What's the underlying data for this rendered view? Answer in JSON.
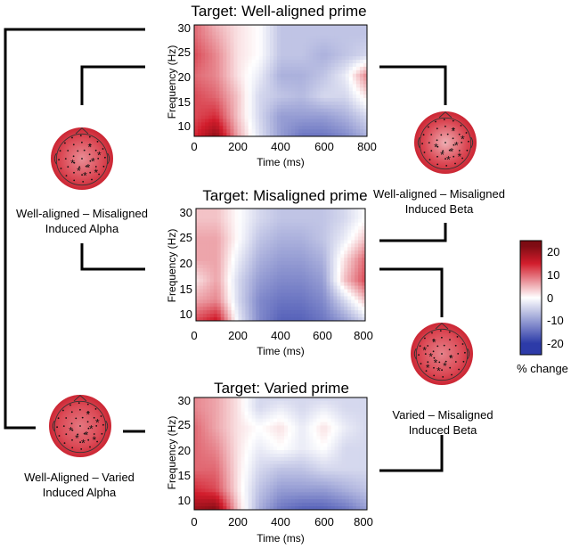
{
  "colors": {
    "negative_max": "#2d3ba8",
    "zero": "#ffffff",
    "positive_max": "#d21d2c",
    "peak": "#7a0b12",
    "connector": "#000000"
  },
  "chart_data": [
    {
      "type": "heatmap",
      "title": "Target: Well-aligned prime",
      "xlabel": "Time (ms)",
      "ylabel": "Frequency (Hz)",
      "xlim": [
        0,
        800
      ],
      "ylim": [
        8,
        30
      ],
      "x_ticks": [
        "0",
        "200",
        "400",
        "600",
        "800"
      ],
      "y_ticks": [
        "10",
        "15",
        "20",
        "25",
        "30"
      ],
      "x": [
        0,
        100,
        200,
        300,
        400,
        500,
        600,
        700,
        800
      ],
      "y": [
        8,
        12,
        16,
        20,
        24,
        28,
        30
      ],
      "z": [
        [
          14,
          21,
          6,
          -3,
          -10,
          -14,
          -14,
          -12,
          -8
        ],
        [
          12,
          14,
          4,
          -4,
          -10,
          -10,
          -10,
          -8,
          -4
        ],
        [
          12,
          10,
          4,
          -4,
          -6,
          -7,
          -4,
          -4,
          2
        ],
        [
          10,
          8,
          2,
          -2,
          -8,
          -8,
          -6,
          -2,
          8
        ],
        [
          12,
          8,
          2,
          0,
          -6,
          -6,
          -8,
          -6,
          -4
        ],
        [
          10,
          6,
          2,
          0,
          -6,
          -6,
          -6,
          -6,
          -6
        ],
        [
          10,
          5,
          2,
          0,
          -6,
          -6,
          -6,
          -6,
          -6
        ]
      ]
    },
    {
      "type": "heatmap",
      "title": "Target: Misaligned prime",
      "xlabel": "Time (ms)",
      "ylabel": "Frequency (Hz)",
      "xlim": [
        0,
        800
      ],
      "ylim": [
        8,
        30
      ],
      "x_ticks": [
        "0",
        "200",
        "400",
        "600",
        "800"
      ],
      "y_ticks": [
        "10",
        "15",
        "20",
        "25",
        "30"
      ],
      "x": [
        0,
        100,
        200,
        300,
        400,
        500,
        600,
        700,
        800
      ],
      "y": [
        8,
        12,
        16,
        20,
        24,
        28,
        30
      ],
      "z": [
        [
          12,
          16,
          -2,
          -12,
          -16,
          -16,
          -14,
          -10,
          -4
        ],
        [
          6,
          8,
          -4,
          -12,
          -14,
          -14,
          -12,
          -4,
          4
        ],
        [
          2,
          6,
          -4,
          -10,
          -12,
          -12,
          -10,
          4,
          12
        ],
        [
          6,
          6,
          -2,
          -8,
          -10,
          -10,
          -8,
          2,
          10
        ],
        [
          6,
          6,
          0,
          -6,
          -8,
          -8,
          -6,
          -2,
          4
        ],
        [
          4,
          4,
          0,
          -4,
          -6,
          -6,
          -6,
          -4,
          0
        ],
        [
          4,
          4,
          0,
          -4,
          -6,
          -6,
          -6,
          -4,
          0
        ]
      ]
    },
    {
      "type": "heatmap",
      "title": "Target: Varied prime",
      "xlabel": "Time (ms)",
      "ylabel": "Frequency (Hz)",
      "xlim": [
        0,
        800
      ],
      "ylim": [
        8,
        30
      ],
      "x_ticks": [
        "0",
        "200",
        "400",
        "600",
        "800"
      ],
      "y_ticks": [
        "10",
        "15",
        "20",
        "25",
        "30"
      ],
      "x": [
        0,
        100,
        200,
        300,
        400,
        500,
        600,
        700,
        800
      ],
      "y": [
        8,
        12,
        16,
        20,
        24,
        28,
        30
      ],
      "z": [
        [
          20,
          22,
          4,
          -8,
          -14,
          -16,
          -16,
          -14,
          -10
        ],
        [
          14,
          12,
          2,
          -6,
          -10,
          -10,
          -10,
          -8,
          -6
        ],
        [
          10,
          10,
          2,
          -4,
          -6,
          -6,
          -4,
          -4,
          -4
        ],
        [
          10,
          8,
          2,
          -2,
          0,
          -2,
          0,
          -4,
          -4
        ],
        [
          10,
          6,
          2,
          0,
          2,
          -2,
          2,
          -2,
          -4
        ],
        [
          8,
          6,
          2,
          -4,
          -2,
          -4,
          -2,
          -4,
          -4
        ],
        [
          8,
          6,
          2,
          -4,
          -4,
          -4,
          -4,
          -4,
          -4
        ]
      ]
    }
  ],
  "colorbar": {
    "ticks": [
      "20",
      "10",
      "0",
      "-10",
      "-20"
    ],
    "range": [
      -25,
      25
    ],
    "label": "% change"
  },
  "topomaps": [
    {
      "caption1": "Well-aligned – Misaligned",
      "caption2": "Induced Alpha",
      "center_intensity": 0.5
    },
    {
      "caption1": "Well-aligned – Misaligned",
      "caption2": "Induced Beta",
      "center_intensity": 0.35
    },
    {
      "caption1": "Varied – Misaligned",
      "caption2": "Induced Beta",
      "center_intensity": 0.55
    },
    {
      "caption1": "Well-Aligned – Varied",
      "caption2": "Induced Alpha",
      "center_intensity": 0.6
    }
  ]
}
